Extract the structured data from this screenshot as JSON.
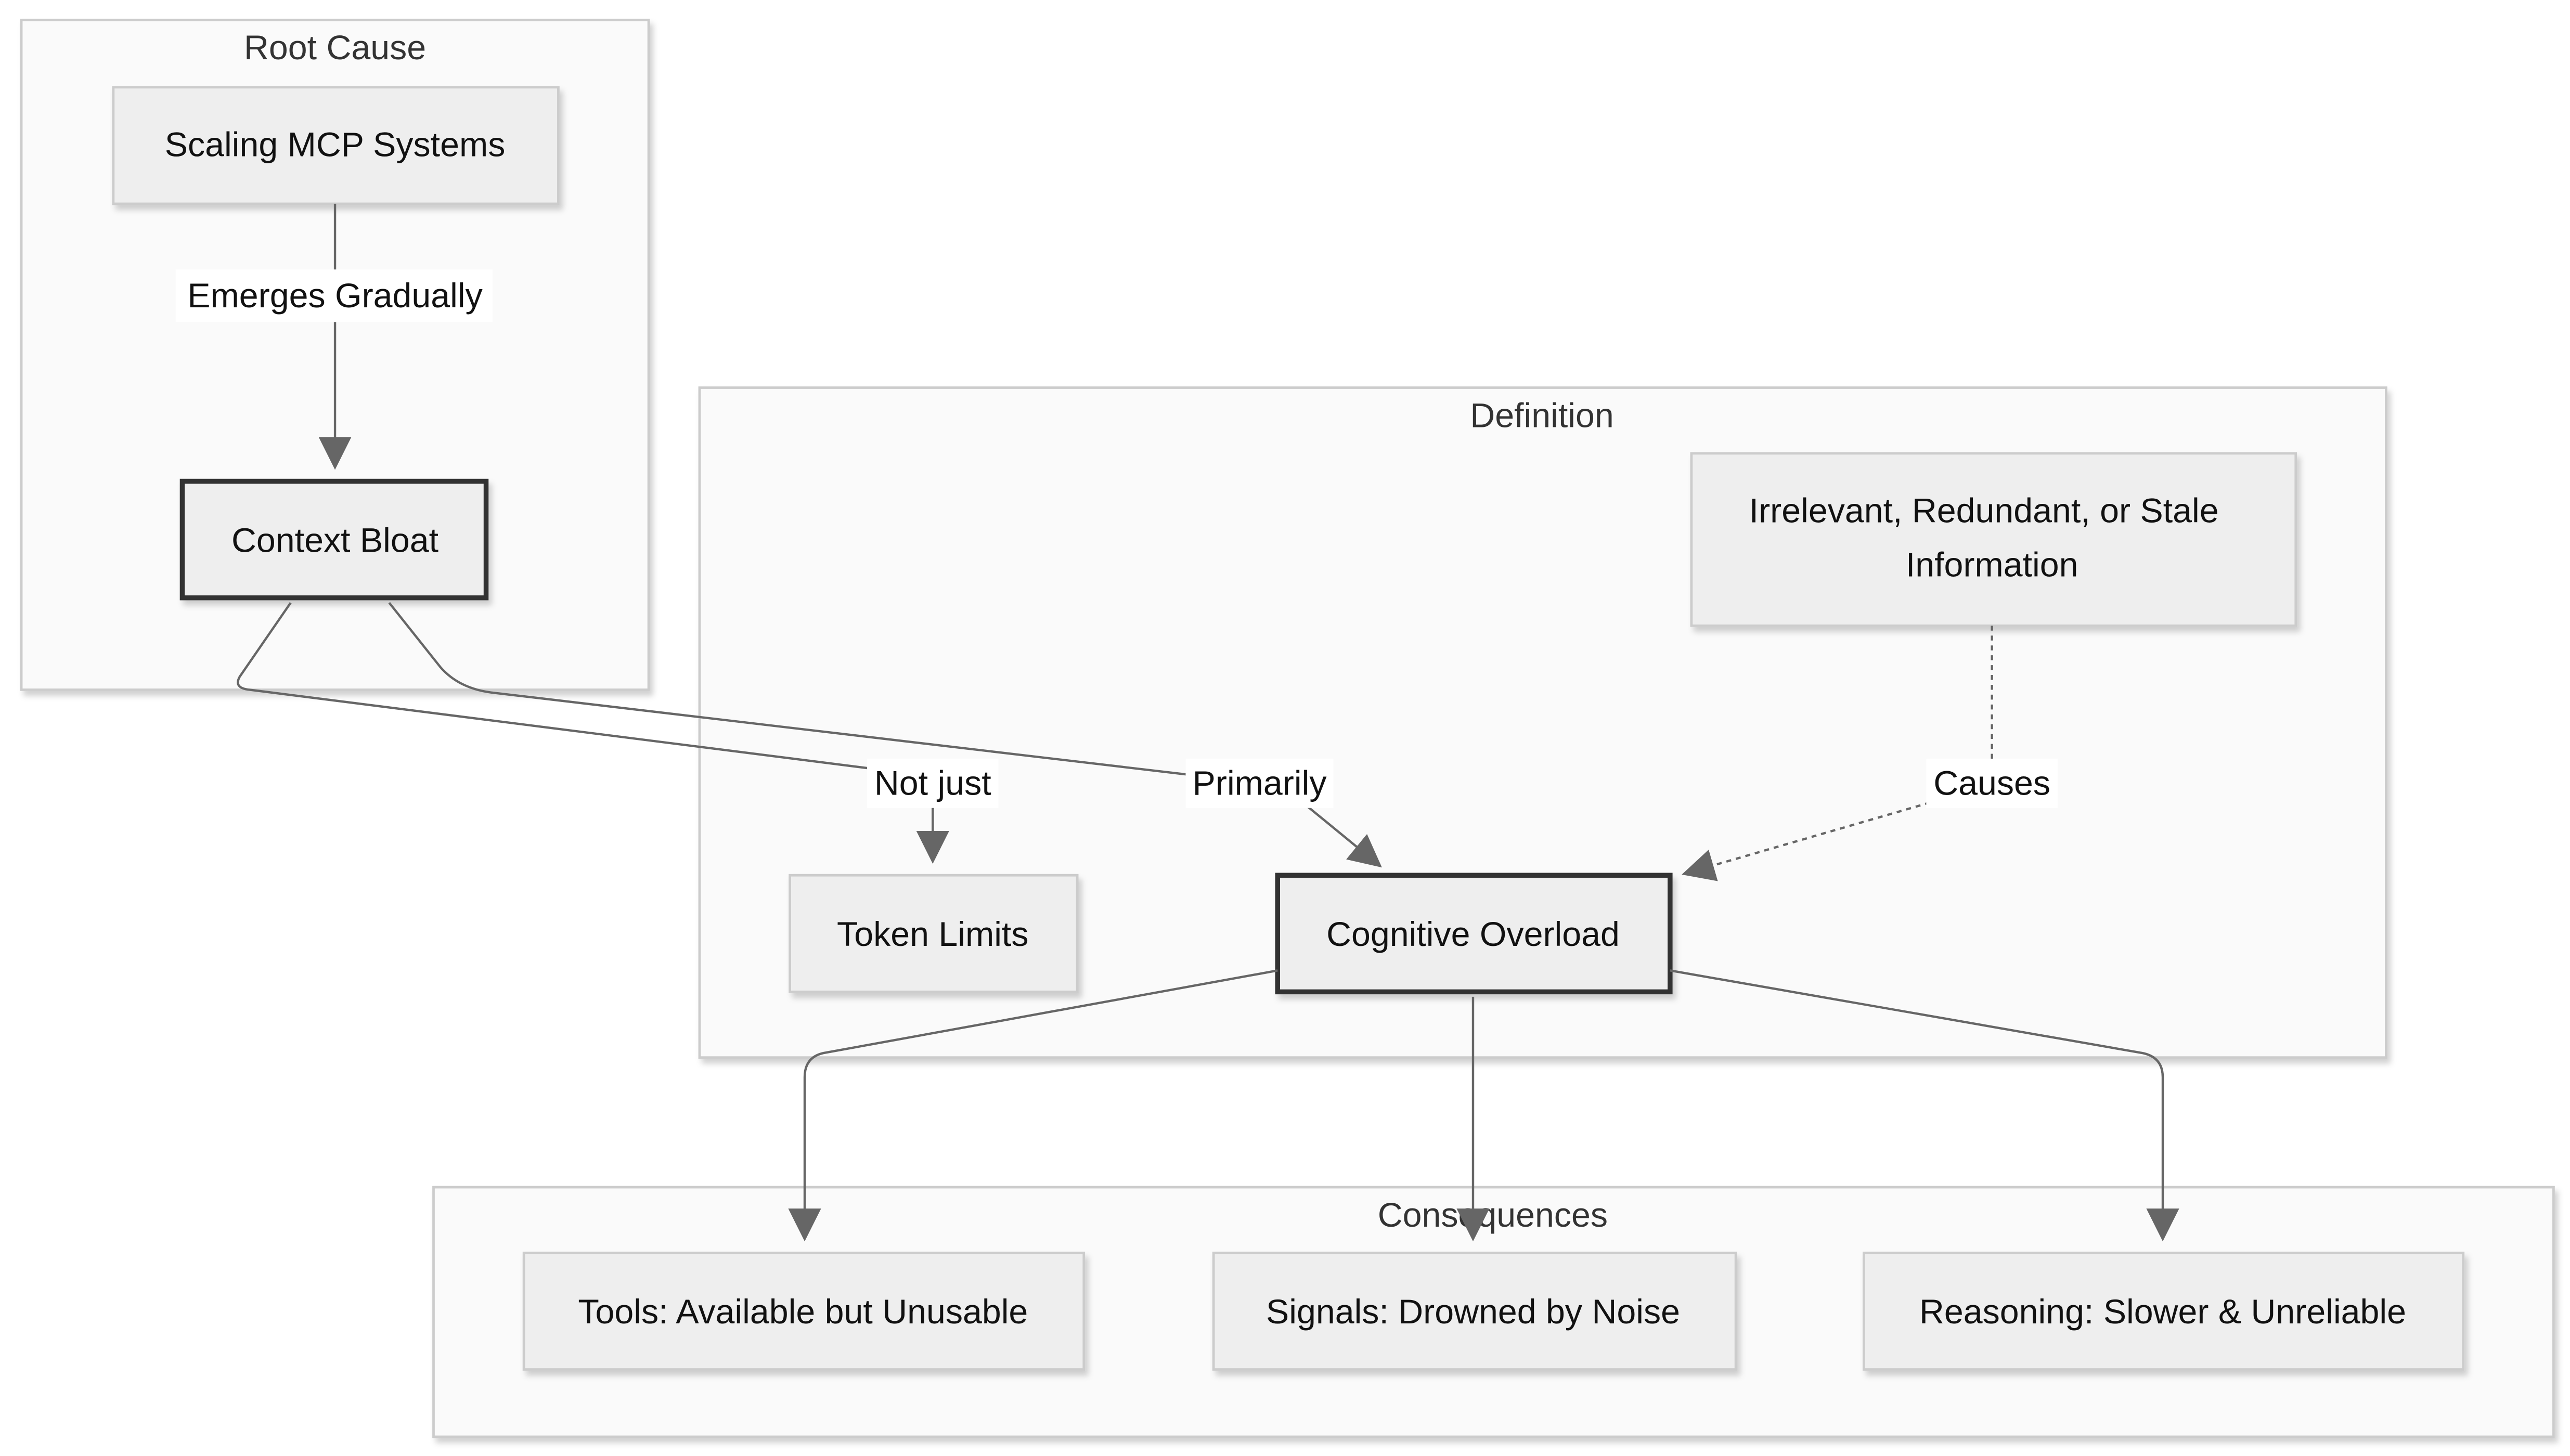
{
  "groups": {
    "root": {
      "title": "Root Cause"
    },
    "definition": {
      "title": "Definition"
    },
    "consequences": {
      "title": "Consequences"
    }
  },
  "nodes": {
    "scaling": "Scaling MCP Systems",
    "context_bloat": "Context Bloat",
    "irrelevant_line1": "Irrelevant, Redundant, or Stale",
    "irrelevant_line2": "Information",
    "token_limits": "Token Limits",
    "cognitive_overload": "Cognitive Overload",
    "tools": "Tools: Available but Unusable",
    "signals": "Signals: Drowned by Noise",
    "reasoning": "Reasoning: Slower & Unreliable"
  },
  "edges": {
    "emerges": "Emerges Gradually",
    "not_just": "Not just",
    "primarily": "Primarily",
    "causes": "Causes"
  },
  "colors": {
    "group_fill": "#fafafa",
    "group_stroke": "#cccccc",
    "node_fill": "#eeeeee",
    "node_stroke": "#cccccc",
    "emphasis_stroke": "#333333",
    "edge": "#666666"
  }
}
